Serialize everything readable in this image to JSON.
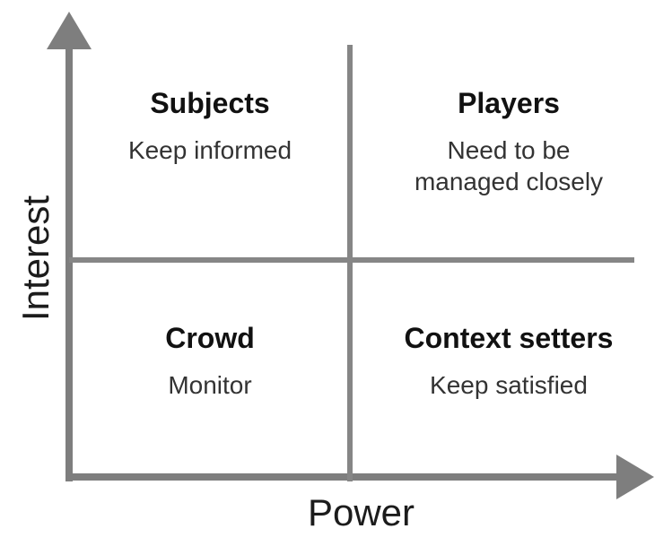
{
  "diagram": {
    "type": "quadrant-grid",
    "x_axis": {
      "label": "Power"
    },
    "y_axis": {
      "label": "Interest"
    },
    "quadrants": {
      "top_left": {
        "title": "Subjects",
        "subtitle": "Keep informed"
      },
      "top_right": {
        "title": "Players",
        "subtitle_lines": [
          "Need to be",
          "managed closely"
        ]
      },
      "bottom_left": {
        "title": "Crowd",
        "subtitle": "Monitor"
      },
      "bottom_right": {
        "title": "Context setters",
        "subtitle": "Keep satisfied"
      }
    },
    "colors": {
      "axis": "#7e7e7e",
      "divider": "#868686",
      "title_text": "#111111",
      "subtitle_text": "#333333",
      "background": "#ffffff"
    }
  }
}
